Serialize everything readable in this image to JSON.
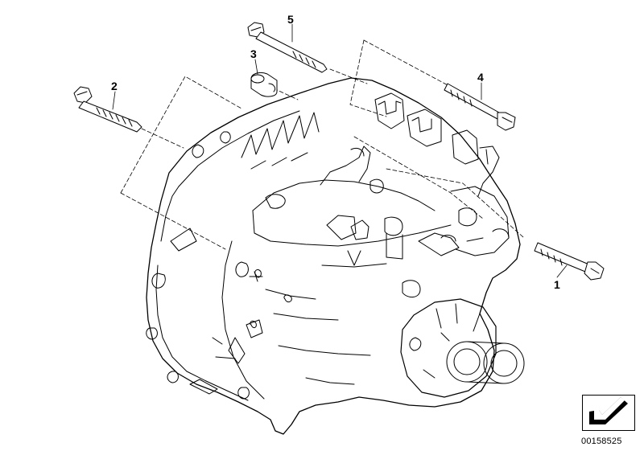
{
  "diagram": {
    "callouts": {
      "c1": "1",
      "c2": "2",
      "c3": "3",
      "c4": "4",
      "c5": "5"
    },
    "document_number": "00158525",
    "icons": {
      "bolt": "hex-flange-bolt-icon",
      "sleeve": "dowel-sleeve-icon",
      "housing": "gearbox-housing-illustration",
      "badge": "arrow-icon"
    }
  }
}
